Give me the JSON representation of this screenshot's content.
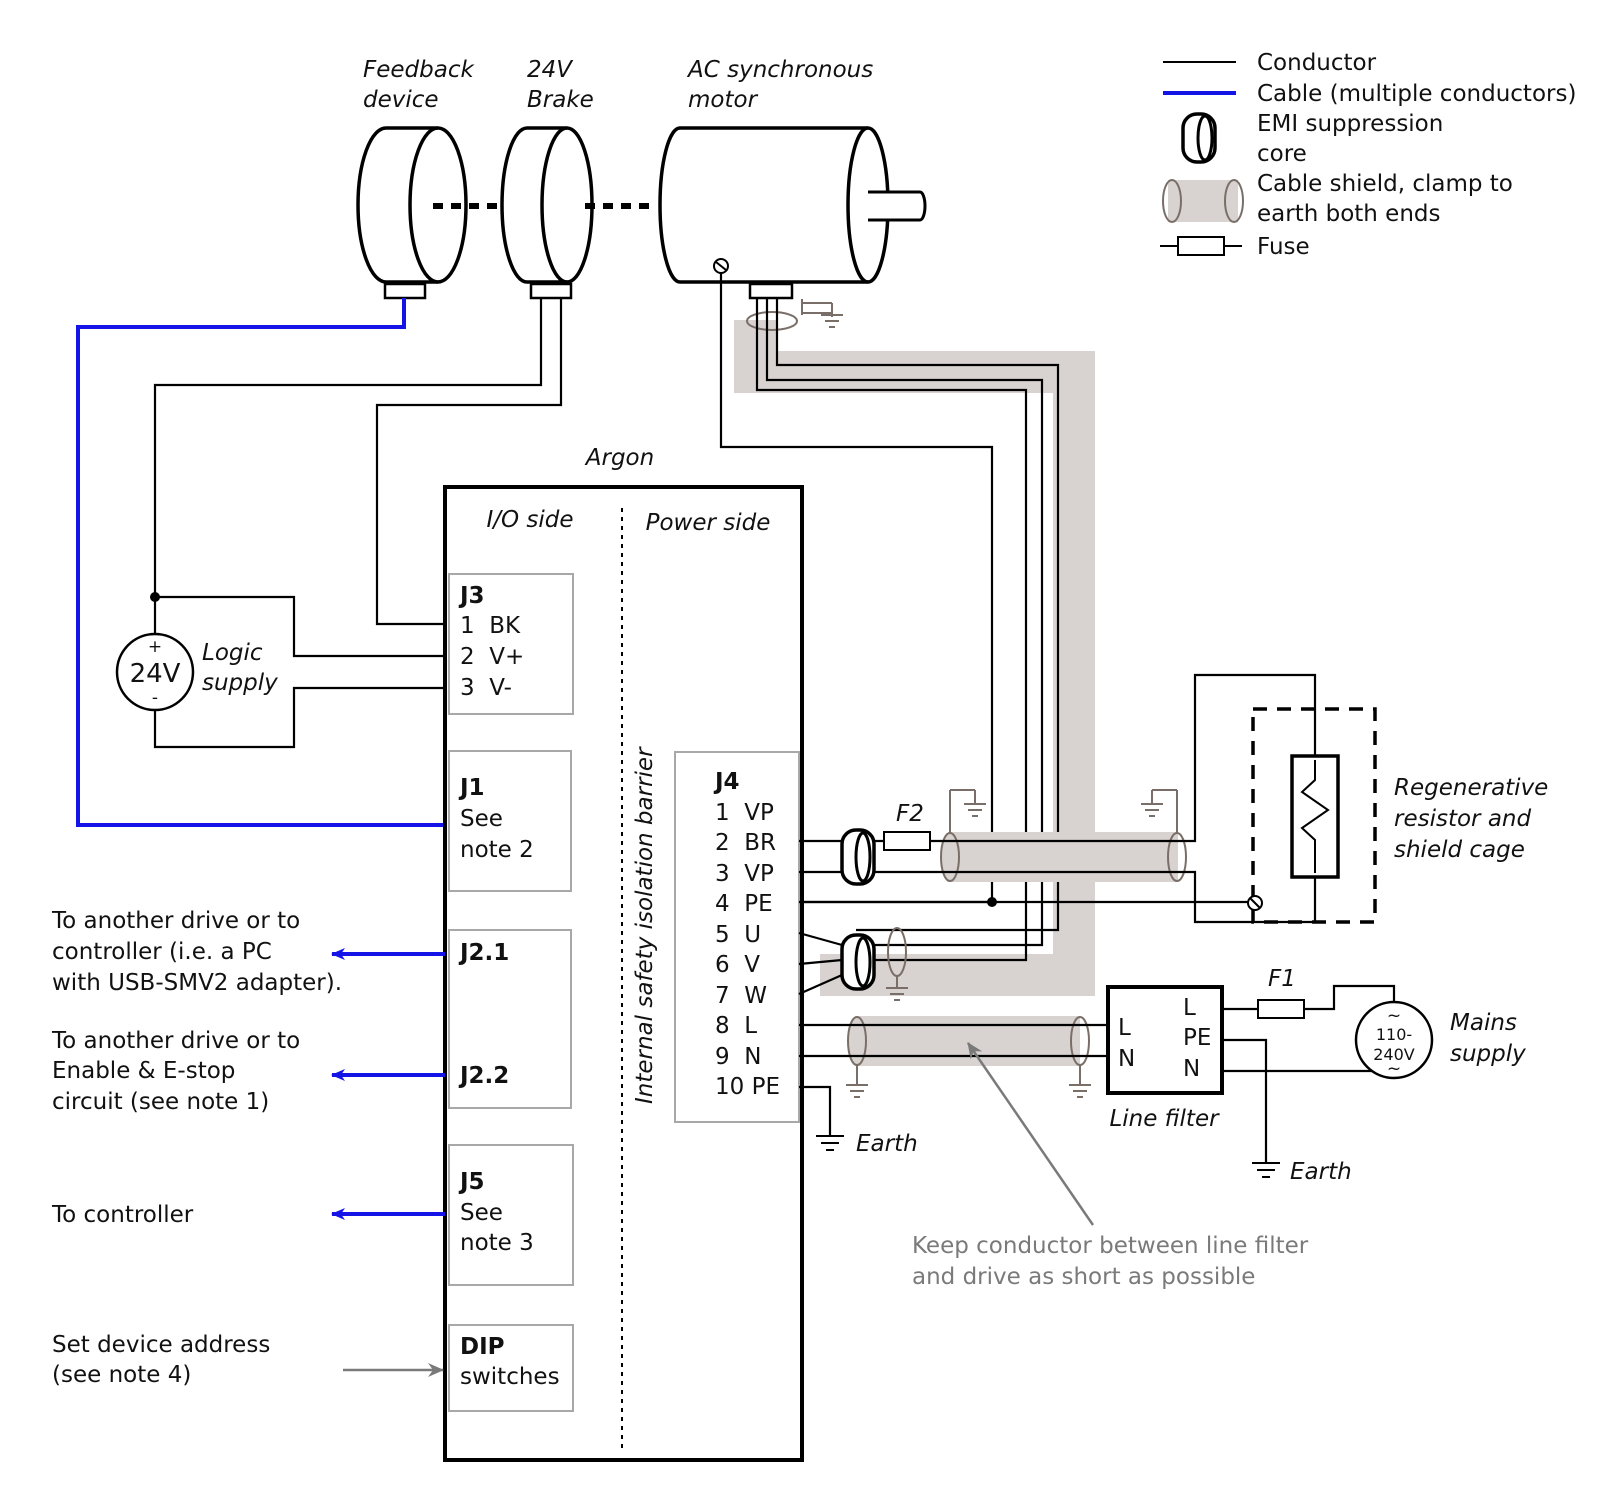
{
  "legend": {
    "conductor": "Conductor",
    "cable": "Cable (multiple conductors)",
    "emi_line1": "EMI suppression",
    "emi_line2": "core",
    "shield_line1": "Cable shield, clamp to",
    "shield_line2": "earth both ends",
    "fuse": "Fuse"
  },
  "motor": {
    "feedback_line1": "Feedback",
    "feedback_line2": "device",
    "brake_line1": "24V",
    "brake_line2": "Brake",
    "ac_line1": "AC synchronous",
    "ac_line2": "motor"
  },
  "drive": {
    "name": "Argon",
    "io_side": "I/O side",
    "power_side": "Power side",
    "barrier": "Internal safety isolation barrier"
  },
  "j3": {
    "title": "J3",
    "pins": [
      "1  BK",
      "2  V+",
      "3  V-"
    ]
  },
  "j1": {
    "title": "J1",
    "line1": "See",
    "line2": "note 2"
  },
  "j2": {
    "title1": "J2.1",
    "title2": "J2.2"
  },
  "j5": {
    "title": "J5",
    "line1": "See",
    "line2": "note 3"
  },
  "dip": {
    "title": "DIP",
    "line1": "switches"
  },
  "j4": {
    "title": "J4",
    "pins": [
      "1  VP",
      "2  BR",
      "3  VP",
      "4  PE",
      "5  U",
      "6  V",
      "7  W",
      "8  L",
      "9  N",
      "10 PE"
    ]
  },
  "logic_supply": {
    "voltage": "24V",
    "plus": "+",
    "minus": "-",
    "line1": "Logic",
    "line2": "supply"
  },
  "left_notes": {
    "j21_line1": "To another drive or to",
    "j21_line2": "controller (i.e. a PC",
    "j21_line3": "with USB-SMV2 adapter).",
    "j22_line1": "To another drive or to",
    "j22_line2": "Enable & E-stop",
    "j22_line3": "circuit (see note 1)",
    "j5": "To controller",
    "dip_line1": "Set device address",
    "dip_line2": "(see note 4)"
  },
  "labels": {
    "f2": "F2",
    "f1": "F1",
    "earth_j4": "Earth",
    "earth_filter": "Earth",
    "regen_line1": "Regenerative",
    "regen_line2": "resistor and",
    "regen_line3": "shield cage",
    "mains_line1": "Mains",
    "mains_line2": "supply",
    "mains_v1": "110-",
    "mains_v2": "240V",
    "tilde": "~",
    "line_filter": "Line filter",
    "filter_in_l": "L",
    "filter_in_n": "N",
    "filter_out_l": "L",
    "filter_out_pe": "PE",
    "filter_out_n": "N",
    "keep_line1": "Keep conductor between line filter",
    "keep_line2": "and drive as short as possible"
  },
  "colors": {
    "cable_blue": "#1414e6",
    "shield_gray": "#d8d3d0",
    "note_gray": "#7a7a7a"
  }
}
